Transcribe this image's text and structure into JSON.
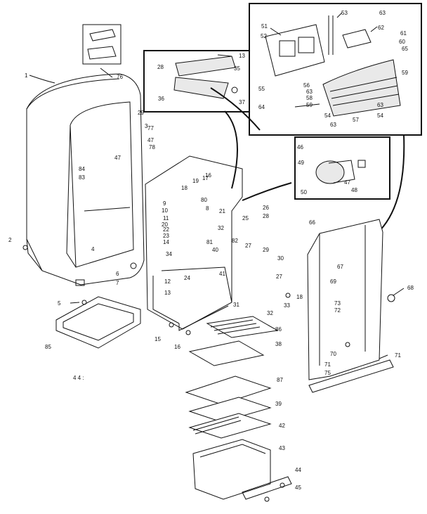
{
  "diagram": {
    "part_numbers": [
      "1",
      "2",
      "3",
      "4",
      "5",
      "6",
      "7",
      "8",
      "9",
      "10",
      "11",
      "12",
      "13",
      "14",
      "15",
      "16",
      "17",
      "18",
      "19",
      "20",
      "21",
      "22",
      "23",
      "24",
      "25",
      "26",
      "27",
      "28",
      "29",
      "30",
      "31",
      "32",
      "33",
      "34",
      "35",
      "36",
      "37",
      "38",
      "39",
      "40",
      "41",
      "42",
      "43",
      "44",
      "45",
      "46",
      "47",
      "48",
      "49",
      "50",
      "51",
      "52",
      "53",
      "54",
      "55",
      "56",
      "57",
      "58",
      "59",
      "60",
      "61",
      "62",
      "63",
      "64",
      "65",
      "66",
      "67",
      "68",
      "69",
      "70",
      "71",
      "72",
      "73",
      "75",
      "76",
      "77",
      "78",
      "80",
      "81",
      "82",
      "83",
      "84",
      "85",
      "86",
      "87"
    ],
    "stray_text": "4 4 :"
  }
}
